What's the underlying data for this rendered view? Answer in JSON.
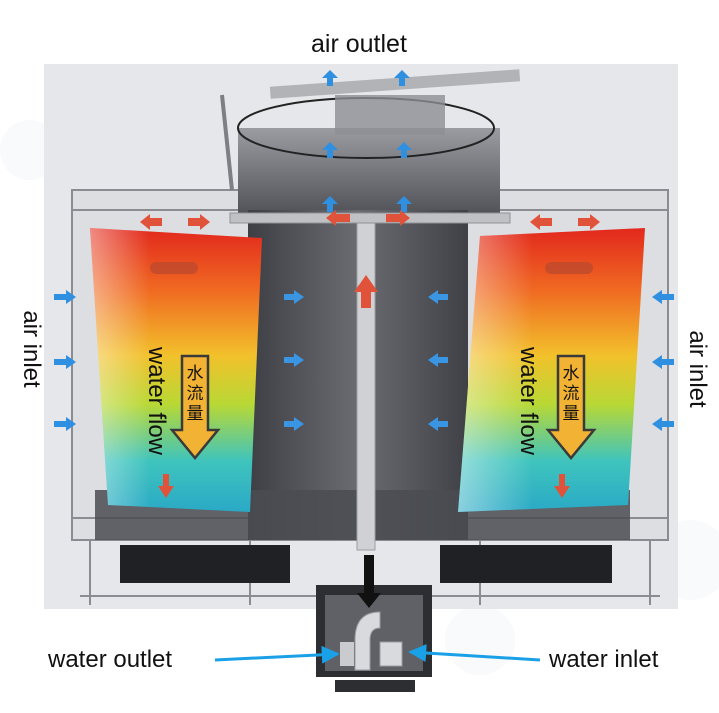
{
  "labels": {
    "air_outlet": "air outlet",
    "air_inlet_left": "air inlet",
    "air_inlet_right": "air inlet",
    "water_flow_left": "water flow",
    "water_flow_right": "water flow",
    "water_outlet": "water outlet",
    "water_inlet": "water inlet",
    "kanji_left": [
      "水",
      "流",
      "量"
    ],
    "kanji_right": [
      "水",
      "流",
      "量"
    ]
  },
  "colors": {
    "air_arrow": "#2f8fe0",
    "leader_line": "#1aa0e6",
    "heat_hot": "#e8321e",
    "heat_warm": "#f5a623",
    "heat_mid": "#c9d82c",
    "heat_cool": "#2ec0c9",
    "flow_arrow": "#f2b233",
    "warm_arrow": "#e0533a"
  }
}
